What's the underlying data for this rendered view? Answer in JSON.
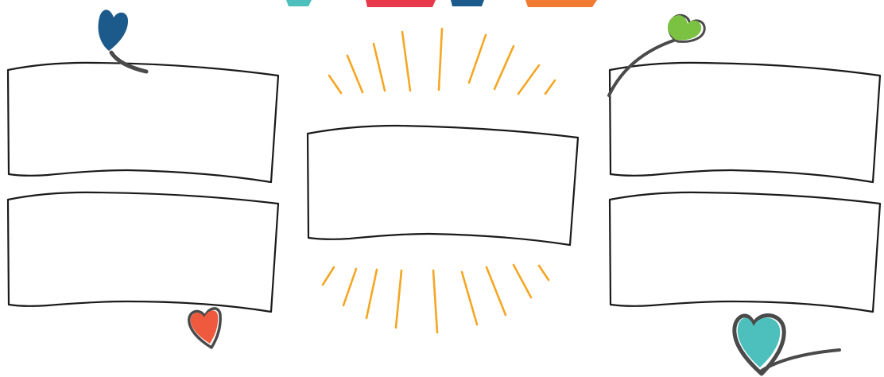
{
  "colors": {
    "background": "#ffffff",
    "frame_stroke": "#1a1a1a",
    "rays": "#f5a623",
    "heart_navy": "#1d5a8c",
    "heart_green": "#7cc242",
    "heart_coral": "#ef5a3f",
    "heart_teal": "#4dbfbc",
    "heart_shadow": "#4a4a4a",
    "banner_teal": "#4dbfbc",
    "banner_red": "#e8394a",
    "banner_navy": "#1d5a8c",
    "banner_orange": "#f07a32"
  },
  "text_frames": [
    {
      "name": "frame-top-left",
      "text": ""
    },
    {
      "name": "frame-bottom-left",
      "text": ""
    },
    {
      "name": "frame-center",
      "text": ""
    },
    {
      "name": "frame-top-right",
      "text": ""
    },
    {
      "name": "frame-bottom-right",
      "text": ""
    }
  ],
  "decorations": {
    "hearts": [
      "heart-navy-icon",
      "heart-green-icon",
      "heart-coral-icon",
      "heart-teal-icon"
    ],
    "sunburst": "sunburst-rays"
  }
}
